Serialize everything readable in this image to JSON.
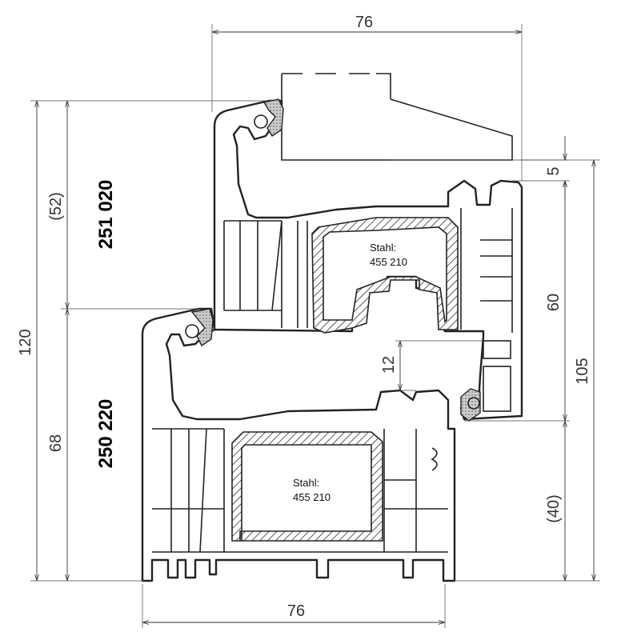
{
  "profiles": {
    "sash_code": "251 020",
    "frame_code": "250 220"
  },
  "steel_labels": {
    "sash_line1": "Stahl:",
    "sash_line2": "455 210",
    "frame_line1": "Stahl:",
    "frame_line2": "455 210"
  },
  "dimensions": {
    "top_width": "76",
    "bottom_width": "76",
    "total_height": "120",
    "sash_upper": "(52)",
    "frame_lower": "68",
    "glass_offset": "5",
    "sash_height": "60",
    "right_total": "105",
    "right_lower": "(40)",
    "overlap": "12"
  }
}
